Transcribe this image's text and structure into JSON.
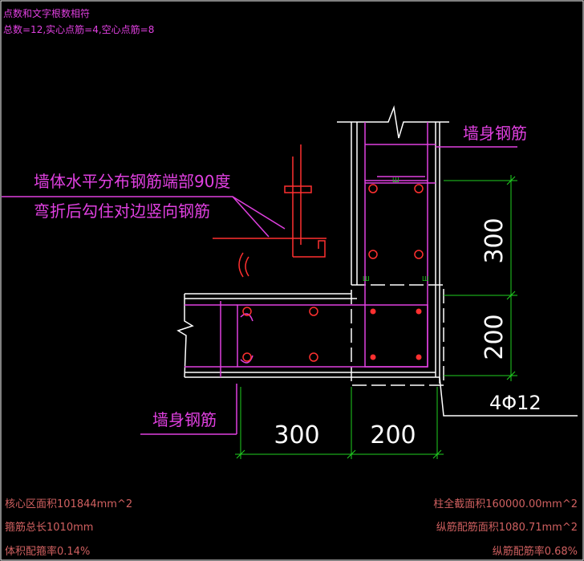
{
  "header": {
    "line1": "点数和文字根数相符",
    "line2": "总数=12,实心点筋=4,空心点筋=8"
  },
  "annotations": {
    "wall_rebar_top": "墙身钢筋",
    "wall_rebar_bottom": "墙身钢筋",
    "note_line1": "墙体水平分布钢筋端部90度",
    "note_line2": "弯折后勾住对边竖向钢筋",
    "rebar_spec": "4Φ12",
    "bar_mark_1": "Ш",
    "bar_mark_2": "Ш",
    "bar_mark_3": "Ш"
  },
  "dimensions": {
    "vertical_upper": "300",
    "vertical_lower": "200",
    "horizontal_left": "300",
    "horizontal_right": "200"
  },
  "footer": {
    "core_area": "核心区面积101844mm^2",
    "stirrup_length": "箍筋总长1010mm",
    "volume_ratio": "体积配箍率0.14%",
    "column_area": "柱全截面积160000.00mm^2",
    "longitudinal_area": "纵筋配筋面积1080.71mm^2",
    "longitudinal_ratio": "纵筋配筋率0.68%"
  },
  "colors": {
    "background": "#000000",
    "frame": "#ffffff",
    "text_magenta": "#e040e0",
    "rebar_red": "#ff3030",
    "dim_green": "#20d020",
    "footer_text": "#d06060"
  }
}
